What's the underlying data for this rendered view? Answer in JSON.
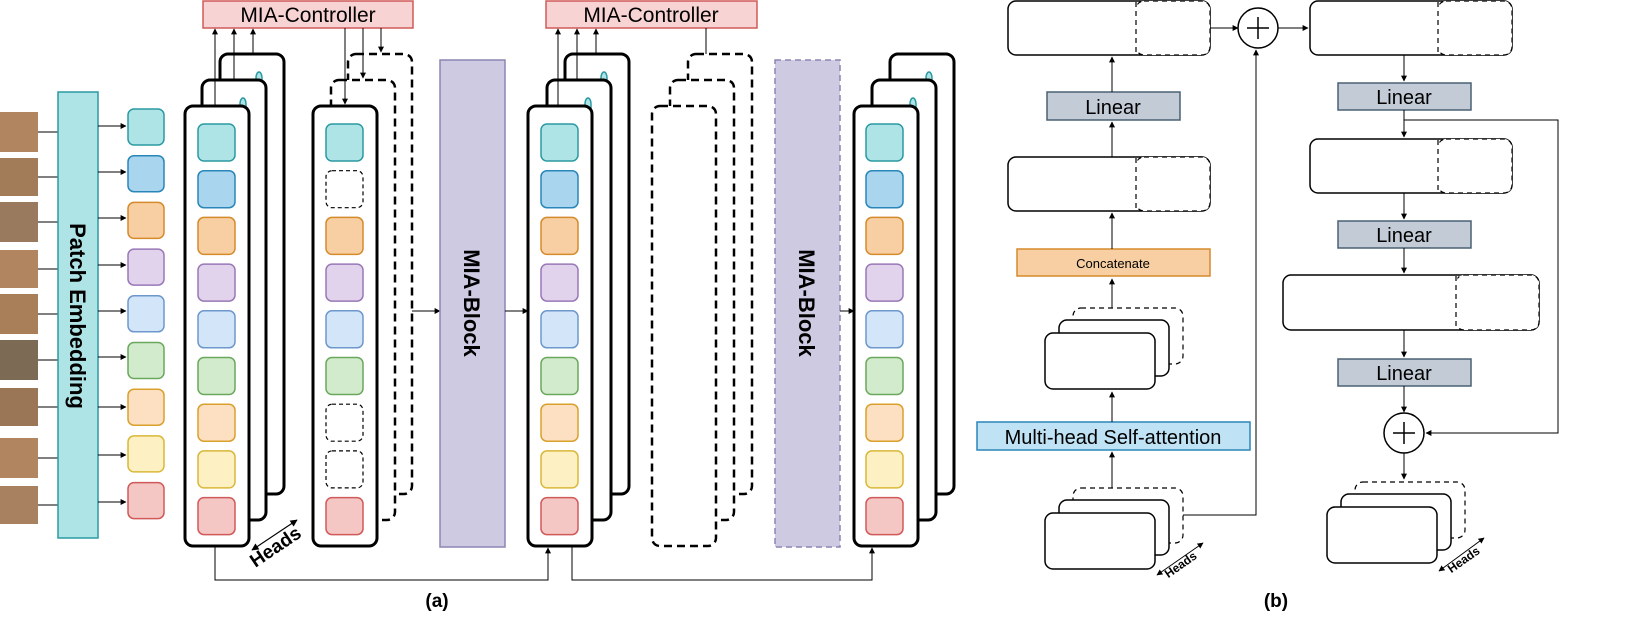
{
  "panel_a": {
    "caption": "(a)",
    "patch_embedding": "Patch Embedding",
    "controller_1": "MIA-Controller",
    "controller_2": "MIA-Controller",
    "block_1": "MIA-Block",
    "block_2": "MIA-Block",
    "heads_label": "Heads",
    "token_colors": [
      "#aee4e6",
      "#a9d6ee",
      "#f8cfa2",
      "#e0d3eb",
      "#d3e5f8",
      "#d3ebcd",
      "#fde0c2",
      "#fdf0c2",
      "#f4c7c5"
    ],
    "token_strokes": [
      "#2a9aa2",
      "#2a86b8",
      "#d58a2c",
      "#9a78b8",
      "#6e98cc",
      "#6aa85c",
      "#d9a12c",
      "#d9b83a",
      "#d05a5a"
    ]
  },
  "panel_b": {
    "caption": "(b)",
    "mhsa": "Multi-head Self-attention",
    "concatenate": "Concatenate",
    "linear_left": "Linear",
    "linear_right_1": "Linear",
    "linear_right_2": "Linear",
    "linear_right_3": "Linear",
    "heads_left": "Heads",
    "heads_right": "Heads"
  }
}
